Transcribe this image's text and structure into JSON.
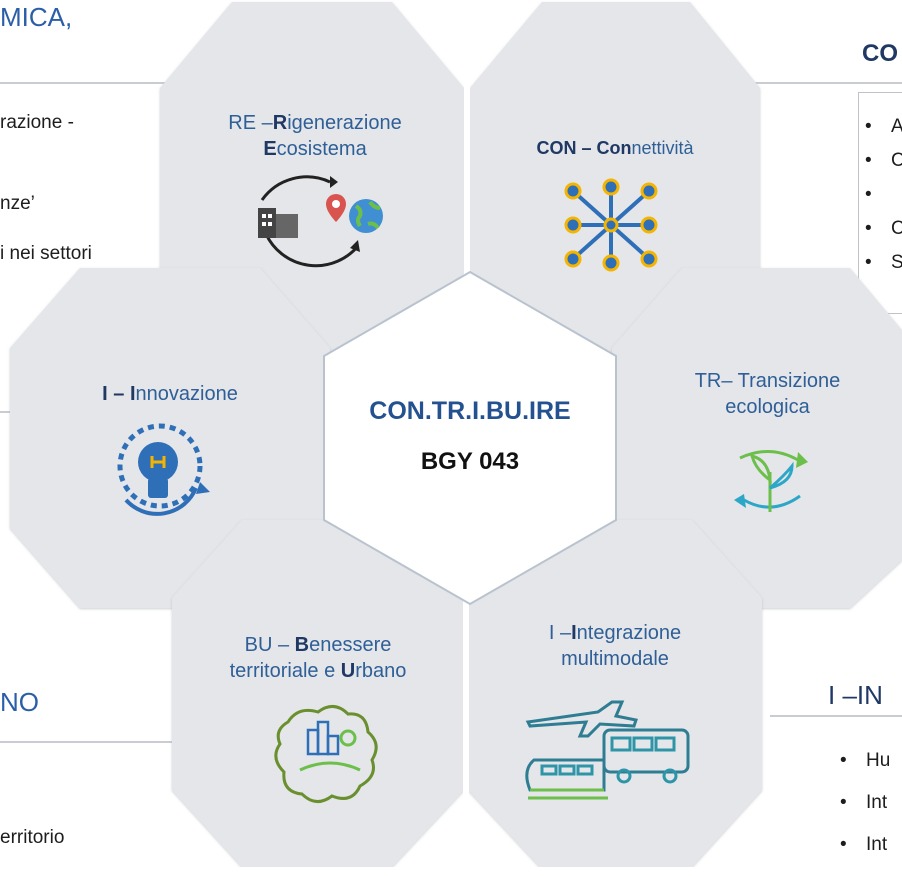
{
  "left_panel": {
    "heading_top": "MICA,",
    "lines_top": [
      "razione -",
      "nze’",
      "i nei settori"
    ],
    "heading_bottom": "NO",
    "line_bottom": "erritorio"
  },
  "right_panel": {
    "heading_top": "CO",
    "bullets_top": [
      "A",
      "C",
      "",
      "C",
      "S"
    ],
    "heading_bottom": "I –IN",
    "bullets_bottom": [
      "Hu",
      "Int",
      "Int"
    ]
  },
  "center": {
    "title": "CON.TR.I.BU.IRE",
    "subtitle": "BGY 043"
  },
  "hexagons": {
    "re": {
      "line1_prefix": "RE –",
      "line1_bold": "R",
      "line1_rest": "igenerazione",
      "line2_bold": "E",
      "line2_rest": "cosistema",
      "icon": "ecosystem-regeneration-icon"
    },
    "con": {
      "prefix": "CON – ",
      "bold": "Con",
      "rest": "nettività",
      "icon": "network-nodes-icon"
    },
    "inn": {
      "prefix": "I – ",
      "bold": "I",
      "rest": "nnovazione",
      "icon": "innovation-lightbulb-gear-icon"
    },
    "tr": {
      "line1": "TR– Transizione",
      "line2": "ecologica",
      "icon": "recycle-plant-icon"
    },
    "bu": {
      "prefix": "BU – ",
      "bold1": "B",
      "rest1": "enessere",
      "line2_prefix": "territoriale e ",
      "bold2": "U",
      "rest2": "rbano",
      "icon": "urban-territory-map-icon"
    },
    "int": {
      "line1_prefix": "I –",
      "line1_bold": "I",
      "line1_rest": "ntegrazione",
      "line2": "multimodale",
      "icon": "multimodal-transport-icon"
    }
  },
  "colors": {
    "hex_fill": "#e4e6e9",
    "center_fill": "#ffffff",
    "title_blue": "#24518f",
    "label_blue": "#2f5f97",
    "icon_blue": "#2e6fb8",
    "icon_green": "#6cbf4a"
  }
}
